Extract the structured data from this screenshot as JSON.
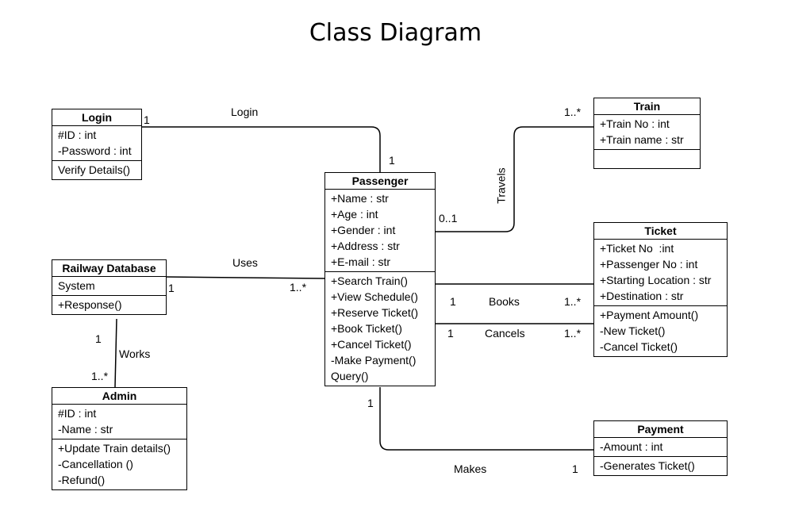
{
  "title": "Class Diagram",
  "classes": {
    "login": {
      "name": "Login",
      "attributes": [
        "#ID : int",
        "-Password : int"
      ],
      "methods": [
        "Verify Details()"
      ]
    },
    "train": {
      "name": "Train",
      "attributes": [
        "+Train No : int",
        "+Train name : str"
      ],
      "methods": []
    },
    "passenger": {
      "name": "Passenger",
      "attributes": [
        "+Name : str",
        "+Age : int",
        "+Gender : int",
        "+Address : str",
        "+E-mail : str"
      ],
      "methods": [
        "+Search Train()",
        "+View Schedule()",
        "+Reserve Ticket()",
        "+Book Ticket()",
        "+Cancel Ticket()",
        "-Make Payment()",
        "Query()"
      ]
    },
    "ticket": {
      "name": "Ticket",
      "attributes": [
        "+Ticket No  :int",
        "+Passenger No : int",
        "+Starting Location : str",
        "+Destination : str"
      ],
      "methods": [
        "+Payment Amount()",
        "-New Ticket()",
        "-Cancel Ticket()"
      ]
    },
    "railway_database": {
      "name": "Railway Database",
      "attributes": [
        "System"
      ],
      "methods": [
        "+Response()"
      ]
    },
    "admin": {
      "name": "Admin",
      "attributes": [
        "#ID : int",
        "-Name : str"
      ],
      "methods": [
        "+Update Train details()",
        "-Cancellation ()",
        "-Refund()"
      ]
    },
    "payment": {
      "name": "Payment",
      "attributes": [
        "-Amount : int"
      ],
      "methods": [
        "-Generates Ticket()"
      ]
    }
  },
  "associations": {
    "login": {
      "label": "Login",
      "mult_login": "1",
      "mult_passenger": "1"
    },
    "travels": {
      "label": "Travels",
      "mult_passenger": "0..1",
      "mult_train": "1..*"
    },
    "uses": {
      "label": "Uses",
      "mult_database": "1",
      "mult_passenger": "1..*"
    },
    "books": {
      "label": "Books",
      "mult_passenger": "1",
      "mult_ticket": "1..*"
    },
    "cancels": {
      "label": "Cancels",
      "mult_passenger": "1",
      "mult_ticket": "1..*"
    },
    "works": {
      "label": "Works",
      "mult_database": "1",
      "mult_admin": "1..*"
    },
    "makes": {
      "label": "Makes",
      "mult_passenger": "1",
      "mult_payment": "1"
    }
  }
}
